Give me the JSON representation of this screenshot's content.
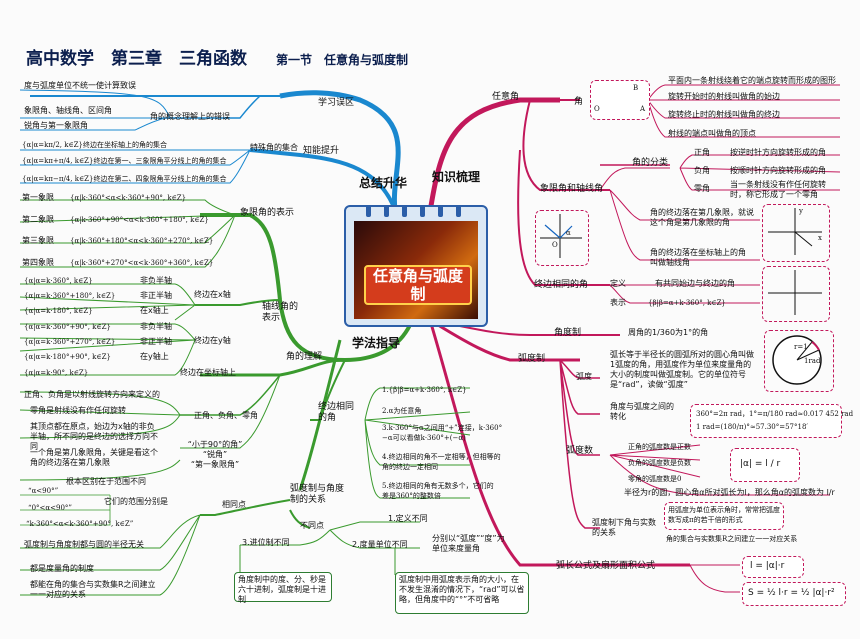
{
  "title": {
    "main": "高中数学　第三章　三角函数",
    "section": "第一节　任意角与弧度制"
  },
  "center_topic": "任意角与弧度制",
  "branches": {
    "summary": "总结升华",
    "knowledge": "知识梳理",
    "method": "学法指导"
  },
  "summary": {
    "misconception_zone": "学习误区",
    "misconception_items": [
      "度与弧度单位不统一使计算致误",
      "象限角、轴线角、区间角",
      "锐角与第一象限角"
    ],
    "misconception_note": "角的概念理解上的错误",
    "improve": "知能提升",
    "special_sets": "特殊角的集合",
    "sets": [
      "{α|α=kπ/2, k∈Z}终边在坐标轴上的角的集合",
      "{α|α=kπ+π/4, k∈Z}终边在第一、三象限角平分线上的角的集合",
      "{α|α=kπ−π/4, k∈Z}终边在第二、四象限角平分线上的角的集合"
    ]
  },
  "knowledge": {
    "any_angle": "任意角",
    "angle": "角",
    "defs": [
      "平面内一条射线绕着它的端点旋转而形成的图形",
      "旋转开始时的射线叫做角的始边",
      "旋转终止时的射线叫做角的终边",
      "射线的端点叫做角的顶点"
    ],
    "classification": "角的分类",
    "class_items": [
      {
        "name": "正角",
        "desc": "按逆时针方向旋转形成的角"
      },
      {
        "name": "负角",
        "desc": "按顺时针方向旋转形成的角"
      },
      {
        "name": "零角",
        "desc": "当一条射线没有作任何旋转时，称它形成了一个零角"
      }
    ],
    "quadrant_axis": "象限角和轴线角",
    "quadrant_desc": "角的终边落在第几象限，就说这个角是第几象限的角",
    "axis_desc": "角的终边落在坐标轴上的角叫做轴线角",
    "coterminal": "终边相同的角",
    "definition": "定义",
    "coterminal_def": "有共同始边与终边的角",
    "expression": "表示",
    "coterminal_expr": "{β|β=α+k·360°, k∈Z}",
    "degree_sys": "角度制",
    "degree_def": "周角的1/360为1°的角",
    "radian_sys": "弧度制",
    "radian": "弧度",
    "radian_def": "弧长等于半径长的圆弧所对的圆心角叫做1弧度的角，用弧度作为单位来度量角的大小的制度叫做弧度制。它的单位符号是“rad”，读做“弧度”",
    "conversion": "角度与弧度之间的转化",
    "conversion_f1": "360°=2π rad，1°=π/180 rad≈0.017 452 rad",
    "conversion_f2": "1 rad=(180/π)°≈57.30°=57°18′",
    "radian_num": "弧度数",
    "radian_num_items": [
      "正角的弧度数是正数",
      "负角的弧度数是负数",
      "零角的弧度数是0"
    ],
    "abs_formula": "|α| = l / r",
    "radius_note": "半径为r的圆，圆心角α所对弧长为l，那么角α的弧度数为 l/r",
    "radian_real": "弧度制下角与实数的关系",
    "radian_real_note": "用弧度为单位表示角时，常常把弧度数写成π的若干倍的形式",
    "radian_real_map": "角的集合与实数集R之间建立一一对应关系",
    "arc_formula": "弧长公式及扇形面积公式",
    "arc_l": "l = |α|·r",
    "arc_s": "S = ½ l·r = ½ |α|·r²",
    "figure_labels": {
      "A": "A",
      "B": "B",
      "O": "O",
      "alpha": "α",
      "x": "x",
      "y": "y",
      "r1": "r=1",
      "rad": "1rad"
    }
  },
  "method": {
    "quadrant_rep": "象限角的表示",
    "quadrants": [
      {
        "name": "第一象限",
        "set": "{α|k·360°<α<k·360°+90°, k∈Z}"
      },
      {
        "name": "第二象限",
        "set": "{α|k·360°+90°<α<k·360°+180°, k∈Z}"
      },
      {
        "name": "第三象限",
        "set": "{α|k·360°+180°<α<k·360°+270°, k∈Z}"
      },
      {
        "name": "第四象限",
        "set": "{α|k·360°+270°<α<k·360°+360°, k∈Z}"
      }
    ],
    "axis_rep": "轴线角的表示",
    "axis_sets": [
      {
        "set": "{α|α=k·360°, k∈Z}",
        "name": "非负半轴"
      },
      {
        "set": "{α|α=k·360°+180°, k∈Z}",
        "name": "非正半轴"
      },
      {
        "set": "{α|α=k·180°, k∈Z}",
        "name": "在x轴上"
      },
      {
        "set": "{α|α=k·360°+90°, k∈Z}",
        "name": "非负半轴"
      },
      {
        "set": "{α|α=k·360°+270°, k∈Z}",
        "name": "非正半轴"
      },
      {
        "set": "{α|α=k·180°+90°, k∈Z}",
        "name": "在y轴上"
      },
      {
        "set": "{α|α=k·90°, k∈Z}",
        "name": "终边在坐标轴上"
      }
    ],
    "on_x_axis": "终边在x轴",
    "on_y_axis": "终边在y轴",
    "angle_understanding": "角的理解",
    "pos_neg_zero": "正角、负角、零角",
    "pnz_items": [
      "正角、负角是以射线旋转方向来定义的",
      "零角是射线没有作任何旋转",
      "其顶点都在原点，始边为x轴的非负半轴，所不同的是终边的选择方向不同"
    ],
    "acute": "“小于90°的角”\n“锐角”\n“第一象限角”",
    "acute_note": "一个角是第几象限角，关键是看这个角的终边落在第几象限",
    "range_note": "根本区别在于范围不同",
    "range_diff": "它们的范围分别是",
    "range_a": "“α<90°”",
    "range_b": "“0°<α<90°”",
    "range_c": "“k·360°<α<k·360°+90°, k∈Z”",
    "coterminal_title": "终边相同的角",
    "coterminal_items": [
      "1.{β|β=α+k·360°, k∈Z}",
      "2.α为任意角",
      "3.k·360°与α之间用“+”连接，k·360°−α可以看做k·360°+(−α)",
      "4.终边相同的角不一定相等，但相等的角的终边一定相同",
      "5.终边相同的角有无数多个，它们的差是360°的整数倍"
    ],
    "rad_deg_relation": "弧度制与角度制的关系",
    "same_point": "相同点",
    "same_items": [
      "弧度制与角度制都与圆的半径无关",
      "都是度量角的制度",
      "都能在角的集合与实数集R之间建立一一对应的关系"
    ],
    "diff_point": "不同点",
    "diff_items": [
      "1.定义不同",
      "2.度量单位不同",
      "3.进位制不同"
    ],
    "unit_note": "分别以“弧度”“度”为单位来度量角",
    "radix_note": "角度制中的度、分、秒是六十进制，弧度制是十进制",
    "omit_note": "弧度制中用弧度表示角的大小，在不发生混淆的情况下，“rad”可以省略，但角度中的“°”不可省略"
  },
  "colors": {
    "blue": "#1a88cf",
    "magenta": "#c2185b",
    "green": "#3a9a2e",
    "navy": "#0c1f4e"
  }
}
